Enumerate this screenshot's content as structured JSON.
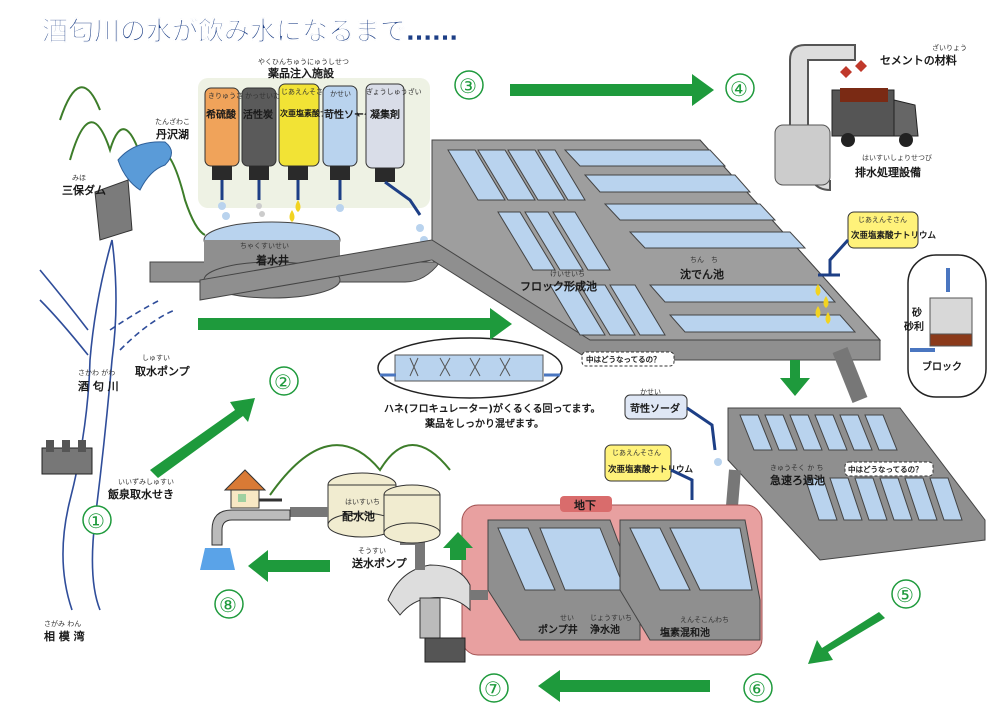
{
  "title": "酒匂川の水が飲み水になるまで……",
  "colors": {
    "green_arrow": "#1e9a3c",
    "pool_gray": "#8f8f8f",
    "water_blue": "#b9d3ee",
    "underground": "#e8a0a0",
    "label_yellow": "#fff27a"
  },
  "steps": [
    "①",
    "②",
    "③",
    "④",
    "⑤",
    "⑥",
    "⑦",
    "⑧"
  ],
  "places": {
    "tanzawa_lake_ruby": "たんざわこ",
    "tanzawa_lake": "丹沢湖",
    "miho_dam_ruby": "みほ",
    "miho_dam": "三保ダム",
    "sakawa_river_ruby": "さかわ がわ",
    "sakawa_river": "酒 匂 川",
    "intake_pump_ruby": "しゅすい",
    "intake_pump": "取水ポンプ",
    "weir_ruby": "いいずみしゅすい",
    "weir": "飯泉取水せき",
    "sagami_bay_ruby": "さがみ わん",
    "sagami_bay": "相 模 湾"
  },
  "chemicals": {
    "facility_ruby": "やくひんちゅうにゅうしせつ",
    "facility": "薬品注入施設",
    "tanks": [
      {
        "ruby": "きりゅうさん",
        "name": "希硫酸"
      },
      {
        "ruby": "かっせいたん",
        "name": "活性炭"
      },
      {
        "ruby": "じあえんそさん",
        "name": "次亜塩素酸ナトリウム"
      },
      {
        "ruby": "かせい",
        "name": "苛性ソーダ"
      },
      {
        "ruby": "ぎょうしゅうざい",
        "name": "凝集剤"
      }
    ]
  },
  "plant": {
    "receiving_well_ruby": "ちゃくすいせい",
    "receiving_well": "着水井",
    "floc_pond_ruby": "けいせいち",
    "floc_pond": "フロック形成池",
    "settling_pond_ruby": "ちん　ち",
    "settling_pond": "沈でん池",
    "rapid_filter_ruby": "きゅうそく か ち",
    "rapid_filter": "急速ろ過池",
    "whats_inside": "中はどうなってるの？",
    "paddle_caption_1": "ハネ(フロキュレーター)がくるくる回ってます。",
    "paddle_caption_2": "薬品をしっかり混ぜます。",
    "filter_detail": {
      "sand": "砂",
      "gravel": "砂利",
      "block": "ブロック"
    },
    "hypo_label_1": "次亜塩素酸ナトリウム",
    "hypo_label_1_ruby": "じあえんそさん",
    "caustic_ruby": "かせい",
    "caustic_label": "苛性ソーダ",
    "hypo_label_2": "次亜塩素酸ナトリウム",
    "hypo_label_2_ruby": "じあえんそさん",
    "underground": "地下",
    "pump_well_ruby": "せい",
    "pump_well": "ポンプ井",
    "clear_pond_ruby": "じょうすいち",
    "clear_pond": "浄水池",
    "chlorine_pond_ruby": "えんそこんわち",
    "chlorine_pond": "塩素混和池",
    "distribution_pond_ruby": "はいすいち",
    "distribution_pond": "配水池",
    "supply_pump_ruby": "そうすい",
    "supply_pump": "送水ポンプ",
    "waste_facility_ruby": "はいすいしょりせつび",
    "waste_facility": "排水処理設備",
    "cement_ruby": "ざいりょう",
    "cement": "セメントの材料"
  }
}
